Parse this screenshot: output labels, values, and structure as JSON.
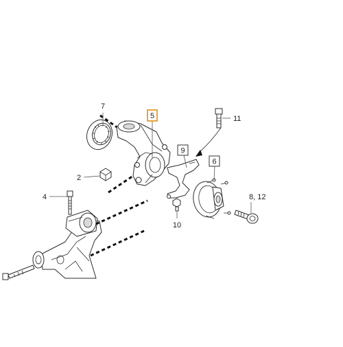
{
  "callouts": [
    {
      "id": "c7",
      "label": "7"
    },
    {
      "id": "c5",
      "label": "5"
    },
    {
      "id": "c11",
      "label": "11"
    },
    {
      "id": "c9",
      "label": "9"
    },
    {
      "id": "c6",
      "label": "6"
    },
    {
      "id": "c2",
      "label": "2"
    },
    {
      "id": "c4",
      "label": "4"
    },
    {
      "id": "c8",
      "label": "8, 12"
    },
    {
      "id": "c10",
      "label": "10"
    }
  ],
  "colors": {
    "highlight": "#e69a2e",
    "line": "#2b2b2b",
    "background": "#ffffff"
  }
}
